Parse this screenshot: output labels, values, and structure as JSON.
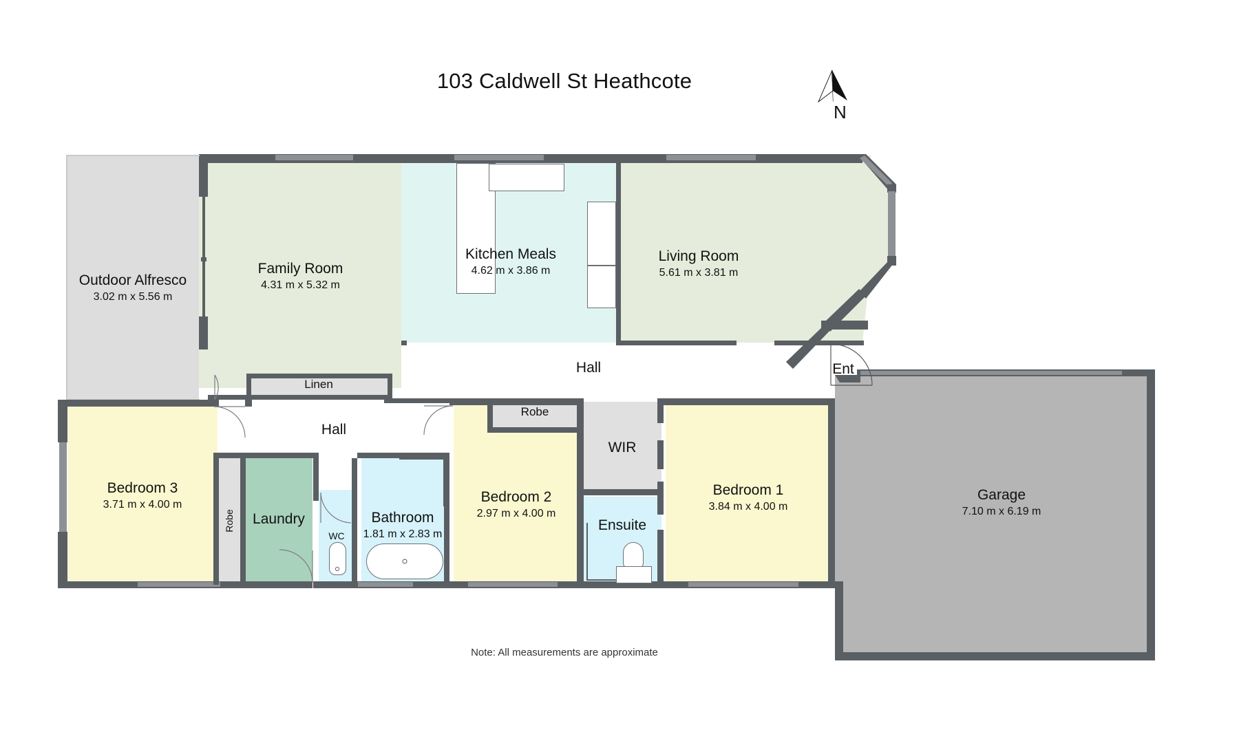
{
  "header": {
    "title": "103 Caldwell St Heathcote"
  },
  "compass": {
    "icon": "north-arrow-icon",
    "label": "N"
  },
  "footer": {
    "note": "Note: All measurements are approximate"
  },
  "colors": {
    "wall": "#5a5f63",
    "wall_light": "#8d9094",
    "living_green": "#e6ecdb",
    "kitchen_cyan": "#e0f5f2",
    "bedroom_yellow": "#fbf8d0",
    "bath_blue": "#d6f3fb",
    "laundry_green": "#a9d2bd",
    "storage_grey": "#e0e0e0",
    "garage_grey": "#b5b5b5",
    "alfresco_grey": "#dddddd",
    "text": "#111111",
    "background": "#ffffff"
  },
  "rooms": [
    {
      "key": "outdoor_alfresco",
      "name": "Outdoor Alfresco",
      "dim": "3.02 m x 5.56 m",
      "fill": "#dddddd"
    },
    {
      "key": "family_room",
      "name": "Family Room",
      "dim": "4.31 m x 5.32 m",
      "fill": "#e6ecdb"
    },
    {
      "key": "kitchen_meals",
      "name": "Kitchen Meals",
      "dim": "4.62 m x 3.86 m",
      "fill": "#e0f5f2"
    },
    {
      "key": "living_room",
      "name": "Living Room",
      "dim": "5.61 m x 3.81 m",
      "fill": "#e6ecdb"
    },
    {
      "key": "bedroom_3",
      "name": "Bedroom 3",
      "dim": "3.71 m x 4.00 m",
      "fill": "#fbf8d0"
    },
    {
      "key": "bedroom_2",
      "name": "Bedroom 2",
      "dim": "2.97 m x 4.00 m",
      "fill": "#fbf8d0"
    },
    {
      "key": "bedroom_1",
      "name": "Bedroom 1",
      "dim": "3.84 m x 4.00 m",
      "fill": "#fbf8d0"
    },
    {
      "key": "bathroom",
      "name": "Bathroom",
      "dim": "1.81 m x 2.83 m",
      "fill": "#d6f3fb"
    },
    {
      "key": "garage",
      "name": "Garage",
      "dim": "7.10 m x 6.19 m",
      "fill": "#b5b5b5"
    }
  ],
  "spaces": [
    {
      "key": "hall_upper",
      "name": "Hall",
      "fill": "#ffffff"
    },
    {
      "key": "hall_lower",
      "name": "Hall",
      "fill": "#ffffff"
    },
    {
      "key": "entry",
      "name": "Ent",
      "fill": "#ffffff"
    },
    {
      "key": "linen",
      "name": "Linen",
      "fill": "#e0e0e0"
    },
    {
      "key": "robe_bed3",
      "name": "Robe",
      "fill": "#e0e0e0"
    },
    {
      "key": "robe_bed2",
      "name": "Robe",
      "fill": "#e0e0e0"
    },
    {
      "key": "wir",
      "name": "WIR",
      "fill": "#e0e0e0"
    },
    {
      "key": "laundry",
      "name": "Laundry",
      "fill": "#a9d2bd"
    },
    {
      "key": "wc",
      "name": "WC",
      "fill": "#d6f3fb"
    },
    {
      "key": "ensuite",
      "name": "Ensuite",
      "fill": "#d6f3fb"
    }
  ]
}
